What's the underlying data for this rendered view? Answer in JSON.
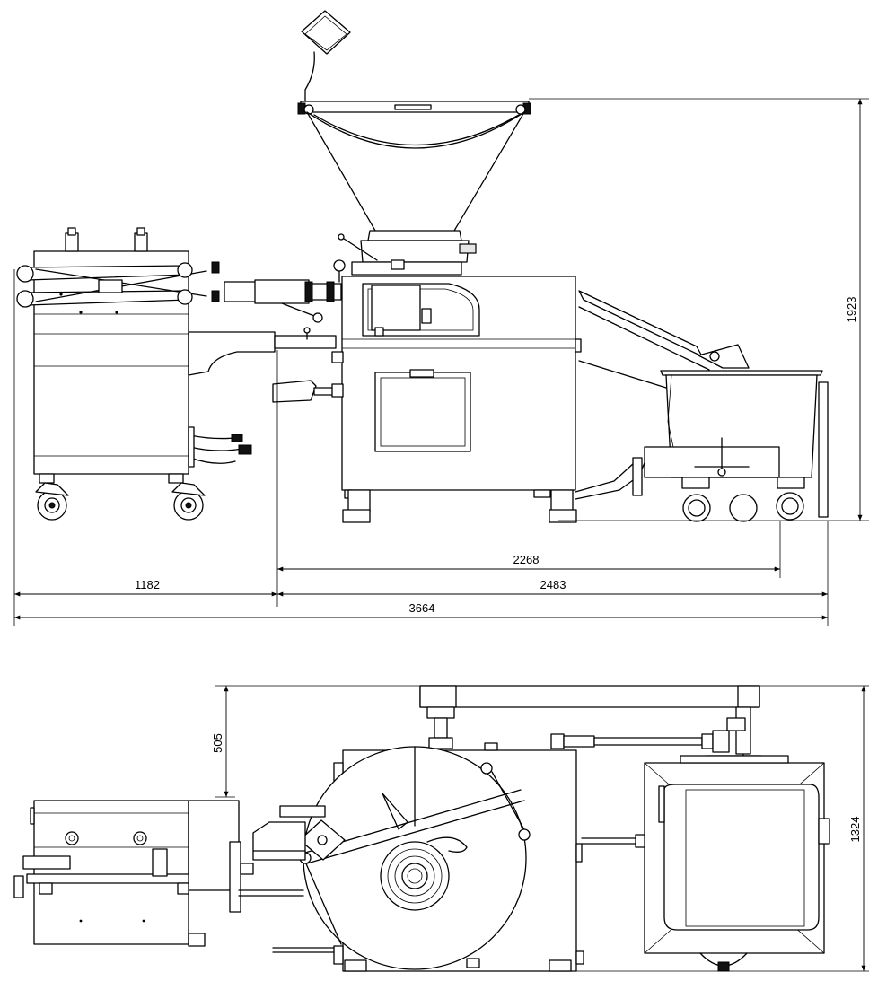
{
  "dimensions": {
    "side_view": {
      "height": "1923",
      "machine_to_trolley": "2268",
      "left_unit_width": "1182",
      "machine_width": "2483",
      "overall_length": "3664"
    },
    "top_view": {
      "offset": "505",
      "depth": "1324"
    }
  },
  "colors": {
    "line": "#000000",
    "background": "#ffffff",
    "fill": "#e6e6e6"
  }
}
